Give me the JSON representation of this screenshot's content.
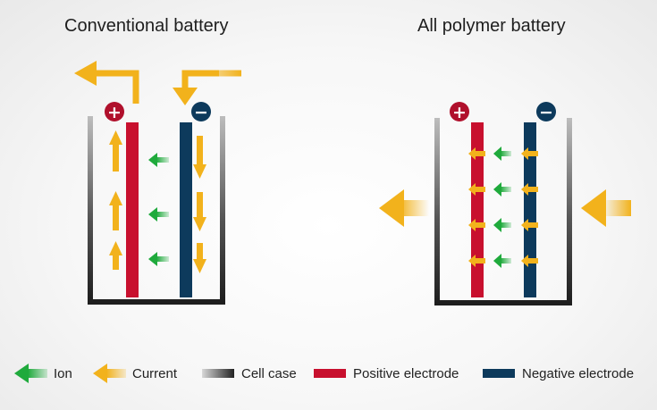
{
  "titles": {
    "conventional": "Conventional battery",
    "polymer": "All polymer battery"
  },
  "terminals": {
    "positive": "+",
    "negative": "−"
  },
  "legend": {
    "ion": "Ion",
    "current": "Current",
    "cell_case": "Cell case",
    "positive_electrode": "Positive electrode",
    "negative_electrode": "Negative electrode"
  },
  "colors": {
    "ion_arrow": "#1faa3c",
    "current_arrow": "#f2b21c",
    "positive_electrode": "#c8102e",
    "negative_electrode": "#0d3a5c",
    "cell_case": "#2a2a2a",
    "positive_terminal": "#b0102c",
    "negative_terminal": "#0d3a5c"
  }
}
